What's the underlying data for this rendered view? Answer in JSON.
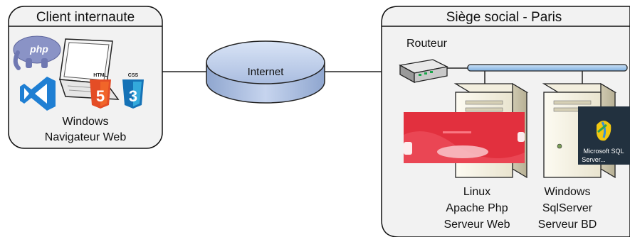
{
  "client": {
    "title": "Client internaute",
    "line1": "Windows",
    "line2": "Navigateur Web",
    "logos": {
      "php": "php",
      "html": "HTML",
      "css": "CSS"
    }
  },
  "internet": {
    "label": "Internet"
  },
  "hq": {
    "title": "Siège social - Paris",
    "router_label": "Routeur",
    "web_server": {
      "line1": "Linux",
      "line2": "Apache Php",
      "line3": "Serveur Web"
    },
    "db_server": {
      "line1": "Windows",
      "line2": "SqlServer",
      "line3": "Serveur BD"
    },
    "sql_logo": {
      "line1": "Microsoft SQL",
      "line2": "Server..."
    }
  },
  "colors": {
    "panel_bg": "#f2f2f2",
    "panel_border": "#111111",
    "cloud_fill": "#b9c9e8",
    "network_bar": "#9ec3ea",
    "web_thumb": "#e2303e",
    "sql_thumb": "#22313f"
  }
}
